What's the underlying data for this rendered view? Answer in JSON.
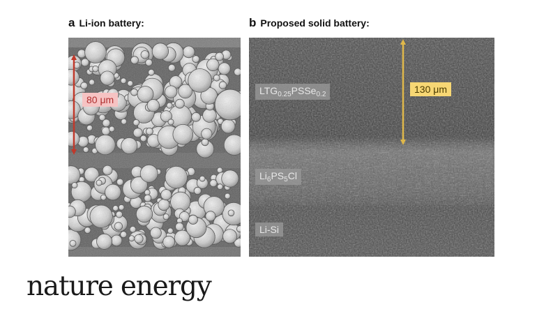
{
  "panel_a": {
    "letter": "a",
    "title": "Li-ion battery:",
    "scale_label": "80 μm",
    "scale_color": "#c0392b",
    "label_bg": "#f6c3c3"
  },
  "panel_b": {
    "letter": "b",
    "title": "Proposed solid battery:",
    "scale_label": "130 μm",
    "scale_color": "#e0b84a",
    "label_bg": "#f7d774",
    "layers": [
      {
        "base": "LTG",
        "sub1": "0.25",
        "mid": "PSSe",
        "sub2": "0.2"
      },
      {
        "base": "Li",
        "sub1": "6",
        "mid": "PS",
        "sub2": "5",
        "tail": "Cl"
      },
      {
        "base": "Li-Si"
      }
    ]
  },
  "logo": {
    "text": "nature energy"
  }
}
